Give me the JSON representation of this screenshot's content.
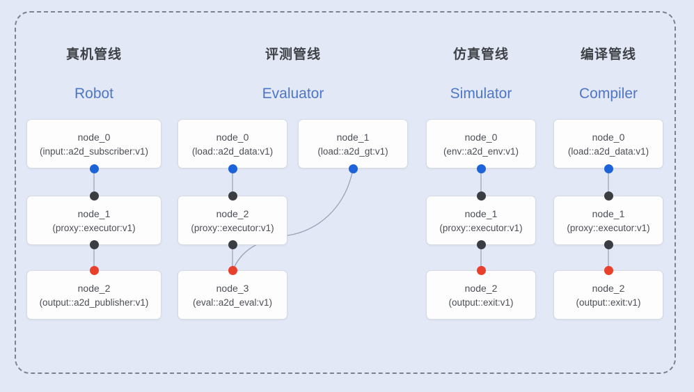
{
  "colors": {
    "background": "#e3e8f6",
    "frame_dash": "#7b828d",
    "node_fill": "#fdfdfe",
    "node_border": "#d6dae3",
    "node_text": "#4b4e54",
    "title_zh": "#3e4247",
    "title_en": "#4e76c6",
    "edge": "#9aa3b8",
    "output_port_dot": "#1c62d8",
    "input_port_dot": "#3a3d42",
    "terminal_port_dot": "#e9402c"
  },
  "pipelines": [
    {
      "title_zh": "真机管线",
      "title_en": "Robot",
      "nodes": [
        {
          "title": "node_0",
          "subtitle": "(input::a2d_subscriber:v1)"
        },
        {
          "title": "node_1",
          "subtitle": "(proxy::executor:v1)"
        },
        {
          "title": "node_2",
          "subtitle": "(output::a2d_publisher:v1)"
        }
      ]
    },
    {
      "title_zh": "评测管线",
      "title_en": "Evaluator",
      "nodes": [
        {
          "title": "node_0",
          "subtitle": "(load::a2d_data:v1)"
        },
        {
          "title": "node_1",
          "subtitle": "(load::a2d_gt:v1)"
        },
        {
          "title": "node_2",
          "subtitle": "(proxy::executor:v1)"
        },
        {
          "title": "node_3",
          "subtitle": "(eval::a2d_eval:v1)"
        }
      ]
    },
    {
      "title_zh": "仿真管线",
      "title_en": "Simulator",
      "nodes": [
        {
          "title": "node_0",
          "subtitle": "(env::a2d_env:v1)"
        },
        {
          "title": "node_1",
          "subtitle": "(proxy::executor:v1)"
        },
        {
          "title": "node_2",
          "subtitle": "(output::exit:v1)"
        }
      ]
    },
    {
      "title_zh": "编译管线",
      "title_en": "Compiler",
      "nodes": [
        {
          "title": "node_0",
          "subtitle": "(load::a2d_data:v1)"
        },
        {
          "title": "node_1",
          "subtitle": "(proxy::executor:v1)"
        },
        {
          "title": "node_2",
          "subtitle": "(output::exit:v1)"
        }
      ]
    }
  ]
}
